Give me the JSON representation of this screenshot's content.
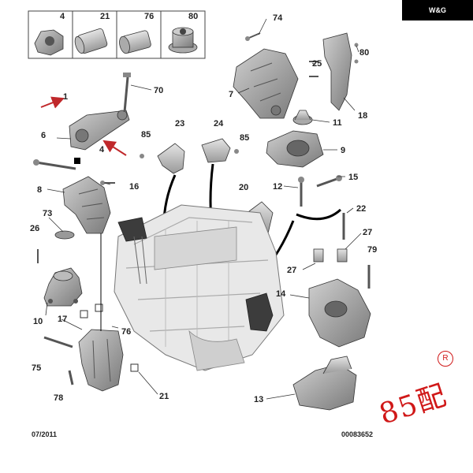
{
  "brand": {
    "text": "W&G"
  },
  "footer": {
    "date": "07/2011",
    "ref": "00083652"
  },
  "watermark": {
    "stamp_text": "85配",
    "reg_mark": "R"
  },
  "legend": [
    "4",
    "21",
    "76",
    "80"
  ],
  "callouts": [
    "74",
    "80",
    "25",
    "7",
    "18",
    "11",
    "9",
    "70",
    "1",
    "23",
    "24",
    "85",
    "6",
    "4",
    "85",
    "16",
    "15",
    "8",
    "20",
    "12",
    "73",
    "22",
    "26",
    "27",
    "79",
    "27",
    "14",
    "10",
    "17",
    "76",
    "75",
    "21",
    "78",
    "13"
  ],
  "colors": {
    "accent_arrow": "#c0282b",
    "part_gray": "#8a8a8a",
    "engine_gray": "#d0d0d0",
    "dark_part": "#3c3c3c"
  }
}
